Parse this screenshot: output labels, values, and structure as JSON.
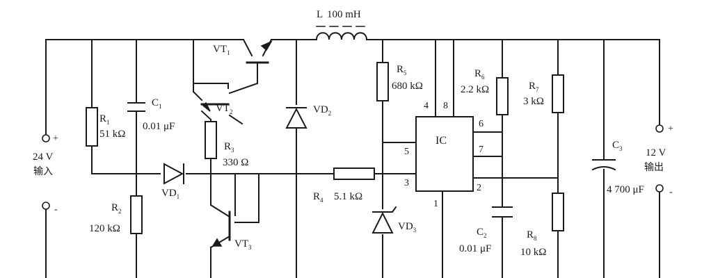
{
  "inductor": {
    "ref": "L",
    "value": "100 mH"
  },
  "resistors": {
    "r1": {
      "ref": "R",
      "sub": "1",
      "value": "51 kΩ"
    },
    "r2": {
      "ref": "R",
      "sub": "2",
      "value": "120 kΩ"
    },
    "r3": {
      "ref": "R",
      "sub": "3",
      "value": "330 Ω"
    },
    "r4": {
      "ref": "R",
      "sub": "4",
      "value": "5.1 kΩ"
    },
    "r5": {
      "ref": "R",
      "sub": "5",
      "value": "680 kΩ"
    },
    "r6": {
      "ref": "R",
      "sub": "6",
      "value": "2.2 kΩ"
    },
    "r7": {
      "ref": "R",
      "sub": "7",
      "value": "3 kΩ"
    },
    "r8": {
      "ref": "R",
      "sub": "8",
      "value": "10 kΩ"
    }
  },
  "capacitors": {
    "c1": {
      "ref": "C",
      "sub": "1",
      "value": "0.01 μF"
    },
    "c2": {
      "ref": "C",
      "sub": "2",
      "value": "0.01 μF"
    },
    "c3": {
      "ref": "C",
      "sub": "3",
      "value": "4 700 μF"
    }
  },
  "transistors": {
    "vt1": {
      "ref": "VT",
      "sub": "1"
    },
    "vt2": {
      "ref": "VT",
      "sub": "2"
    },
    "vt3": {
      "ref": "VT",
      "sub": "3"
    }
  },
  "diodes": {
    "vd1": {
      "ref": "VD",
      "sub": "1"
    },
    "vd2": {
      "ref": "VD",
      "sub": "2"
    },
    "vd3": {
      "ref": "VD",
      "sub": "3"
    }
  },
  "ic": {
    "name": "IC",
    "pins": {
      "p1": "1",
      "p2": "2",
      "p3": "3",
      "p4": "4",
      "p5": "5",
      "p6": "6",
      "p7": "7",
      "p8": "8"
    }
  },
  "input": {
    "voltage": "24 V",
    "label": "输入",
    "plus": "+",
    "minus": "-"
  },
  "output": {
    "voltage": "12 V",
    "label": "输出",
    "plus": "+",
    "minus": "-"
  }
}
